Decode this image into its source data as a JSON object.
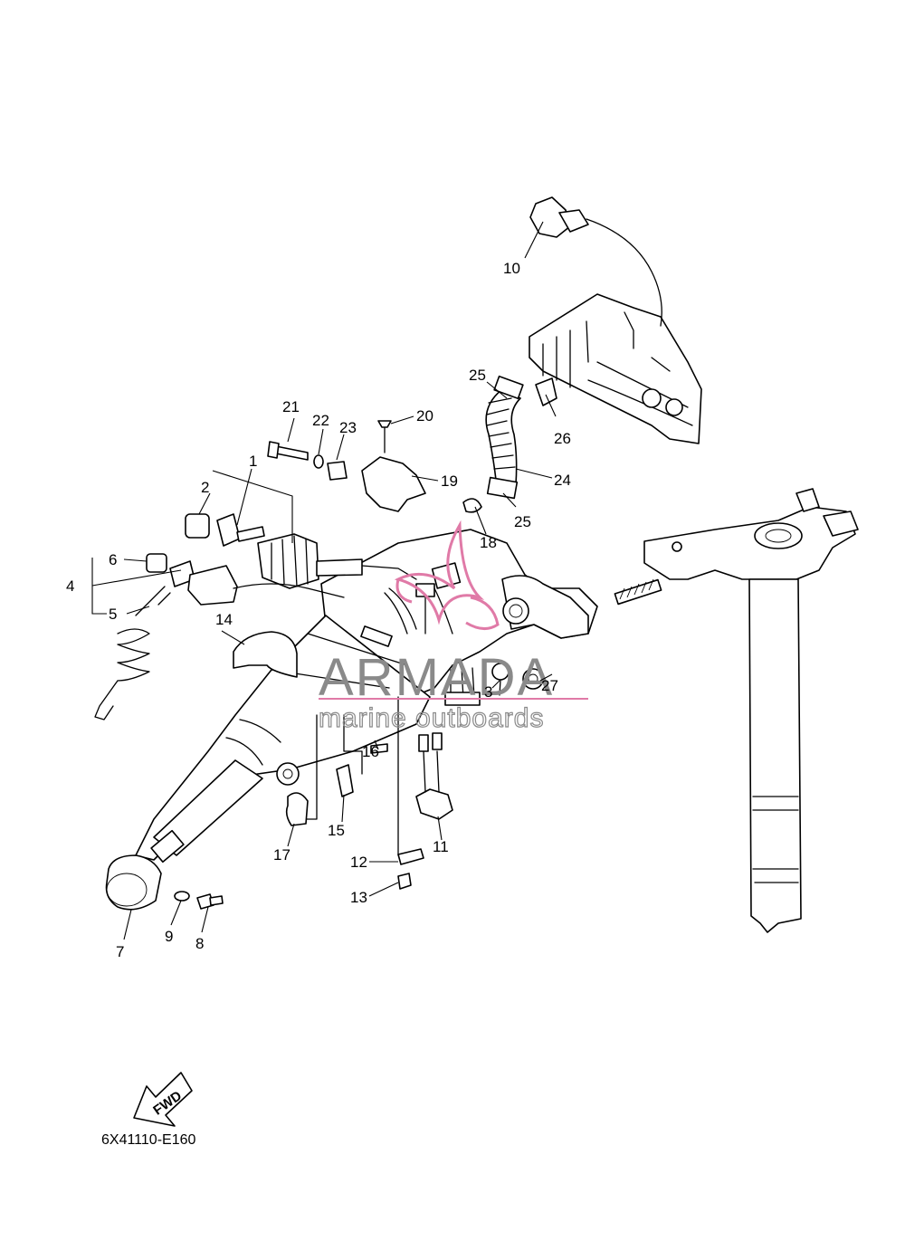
{
  "diagram_code": "6X41110-E160",
  "fwd_label": "FWD",
  "watermark": {
    "brand": "ARMADA",
    "tagline": "marine outboards",
    "accent_color": "#e07aa7"
  },
  "callouts": {
    "c1": "1",
    "c2": "2",
    "c3": "3",
    "c4": "4",
    "c5": "5",
    "c6": "6",
    "c7": "7",
    "c8": "8",
    "c9": "9",
    "c10": "10",
    "c11": "11",
    "c12": "12",
    "c13": "13",
    "c14": "14",
    "c15": "15",
    "c16": "16",
    "c17": "17",
    "c18": "18",
    "c19": "19",
    "c20": "20",
    "c21": "21",
    "c22": "22",
    "c23": "23",
    "c24": "24",
    "c25a": "25",
    "c25b": "25",
    "c26": "26",
    "c27": "27"
  }
}
